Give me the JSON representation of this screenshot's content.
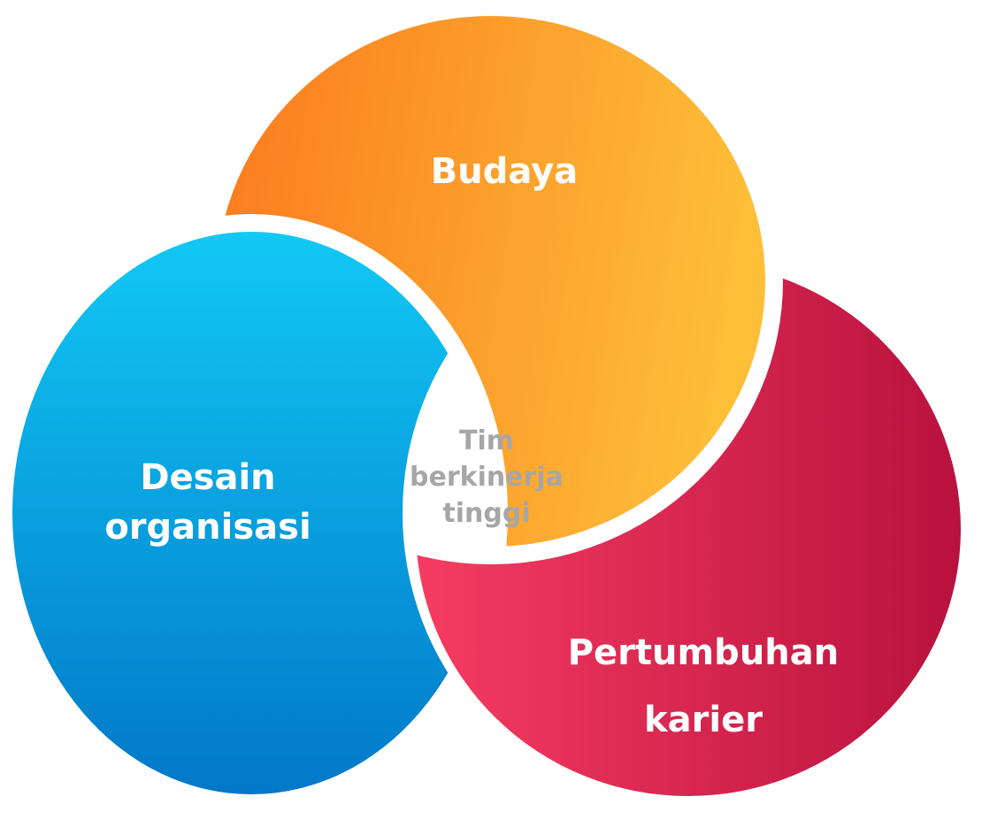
{
  "diagram": {
    "type": "three-circle-swirl-venn",
    "circles": [
      {
        "id": "budaya",
        "label": "Budaya",
        "position": "top",
        "gradient_from": "#fc7a1e",
        "gradient_to": "#fdbb36"
      },
      {
        "id": "desain",
        "label_lines": [
          "Desain",
          "organisasi"
        ],
        "position": "left",
        "gradient_from": "#12c8f5",
        "gradient_to": "#0178c8"
      },
      {
        "id": "pertumbuhan",
        "label_lines": [
          "Pertumbuhan",
          "karier"
        ],
        "position": "bottom-right",
        "gradient_from": "#f43a5f",
        "gradient_to": "#b8123e"
      }
    ],
    "center": {
      "label_lines": [
        "Tim",
        "berkinerja",
        "tinggi"
      ],
      "color": "#a6a6a6"
    }
  }
}
